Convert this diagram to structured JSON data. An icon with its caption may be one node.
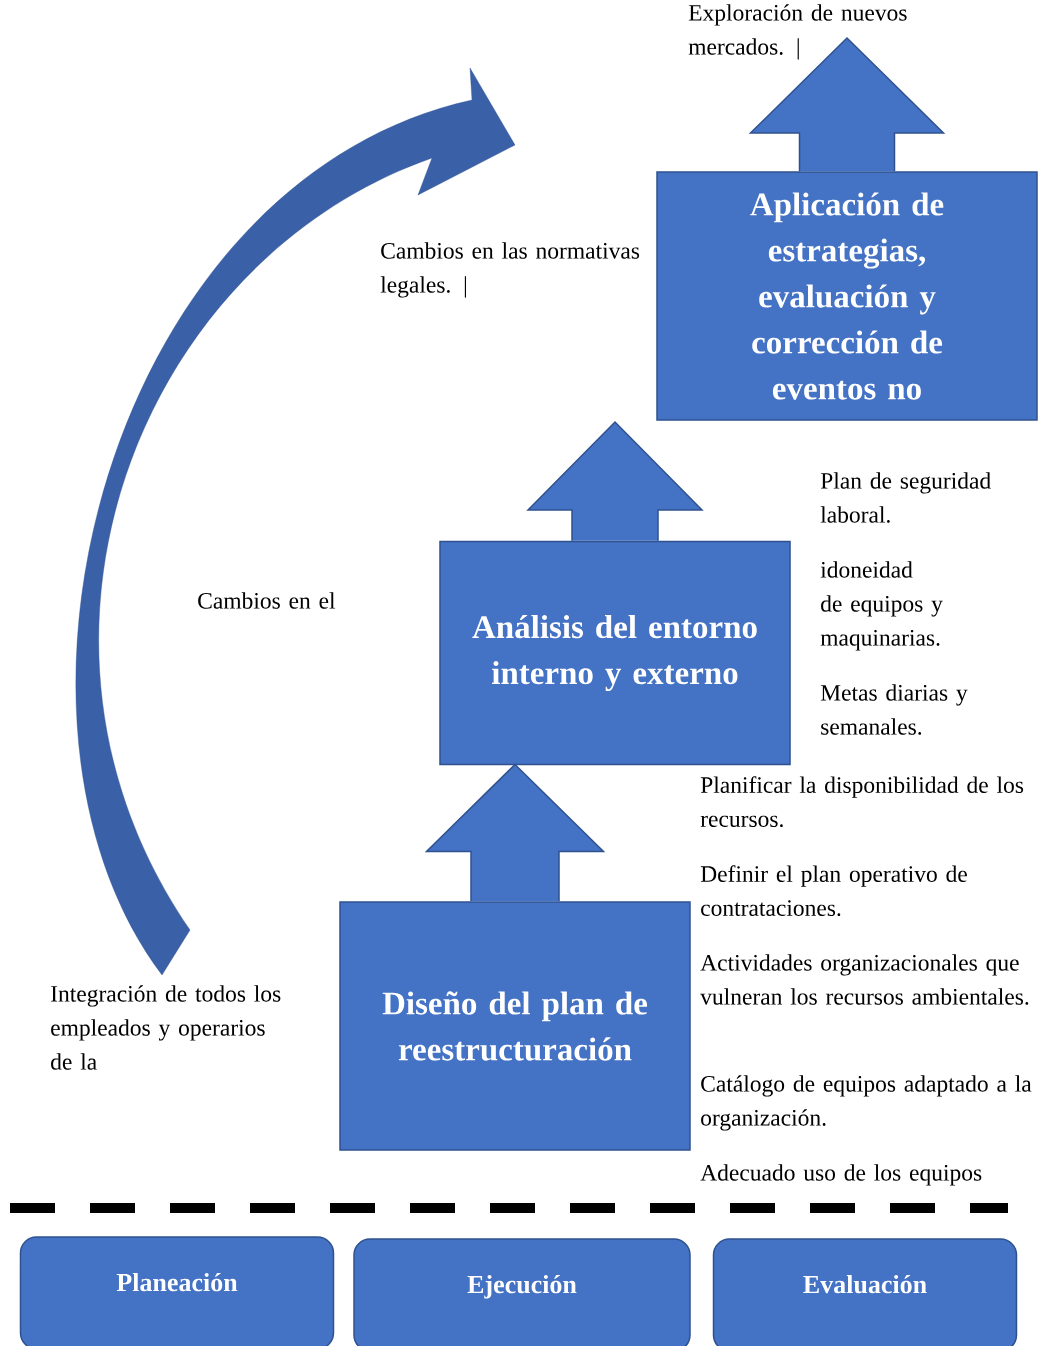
{
  "diagram": {
    "nodes": [
      {
        "text": [
          "Diseño del plan de reestructuración"
        ]
      },
      {
        "text": [
          "Análisis del entorno interno y externo"
        ]
      },
      {
        "text": [
          "Aplicación de estrategias, evaluación y corrección de eventos no"
        ]
      },
      {
        "text": [
          "Planeación"
        ]
      },
      {
        "text": [
          "Ejecución"
        ]
      },
      {
        "text": [
          "Evaluación"
        ]
      }
    ],
    "edges": [
      {
        "from": 0,
        "to": 1,
        "arrow": "to"
      },
      {
        "from": 1,
        "to": null,
        "arrow": "to"
      },
      {
        "from": 2,
        "to": null,
        "arrow": "to"
      }
    ],
    "labels": [
      "Exploración de nuevos mercados. |",
      "Cambios en las normativas legales. |",
      "Plan de seguridad laboral.",
      "idoneidad de equipos y maquinarias.",
      "Cambios en el",
      "Metas diarias y semanales.",
      "Planificar la disponibilidad de los recursos.",
      "Definir el plan operativo de contrataciones.",
      "Actividades organizacionales que vulneran los recursos ambientales.",
      "Integración de todos los empleados y operarios de la",
      "Catálogo de equipos adaptado a la organización.",
      "Adecuado uso de los equipos"
    ]
  }
}
